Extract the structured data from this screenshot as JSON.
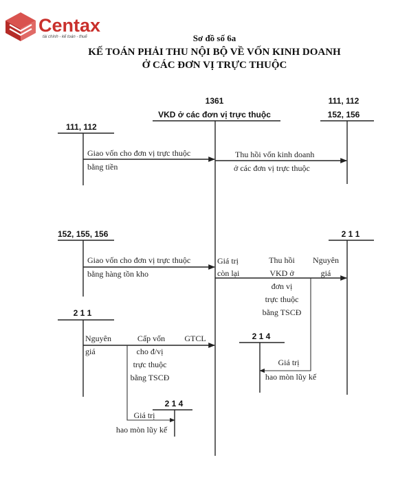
{
  "logo": {
    "name": "Centax",
    "tagline": "tài chính - kế toán - thuế",
    "brand_color": "#c9302c"
  },
  "title": {
    "line1": "Sơ đồ số 6a",
    "line2": "KẾ TOÁN PHẢI THU NỘI BỘ VỀ VỐN KINH DOANH",
    "line3": "Ở CÁC ĐƠN VỊ TRỰC THUỘC"
  },
  "accounts": {
    "main_code": "1361",
    "main_name": "VKD ở các đơn vị trực thuộc",
    "cash_left": "111, 112",
    "cash_right_1": "111, 112",
    "cash_right_2": "152, 156",
    "inventory_left": "152, 155, 156",
    "fixed_asset_right": "2 1 1",
    "fixed_asset_left": "2 1 1",
    "depreciation_right": "2 1 4",
    "depreciation_left": "2 1 4"
  },
  "labels": {
    "give_capital_cash_1": "Giao vốn cho đơn vị trực thuộc",
    "give_capital_cash_2": "bằng tiền",
    "recover_capital_1": "Thu hồi vốn kinh doanh",
    "recover_capital_2": "ở các đơn vị trực thuộc",
    "give_capital_inv_1": "Giao vốn cho đơn vị trực thuộc",
    "give_capital_inv_2": "bằng hàng tồn kho",
    "remaining_value_1": "Giá trị",
    "remaining_value_2": "còn lại",
    "recover_vkd_1": "Thu hồi",
    "recover_vkd_2": "VKD ở",
    "recover_vkd_3": "đơn vị",
    "recover_vkd_4": "trực thuộc",
    "recover_vkd_5": "bằng TSCĐ",
    "original_cost_1": "Nguyên",
    "original_cost_2": "giá",
    "depr_value_right_1": "Giá trị",
    "depr_value_right_2": "hao mòn lũy kế",
    "original_cost_left_1": "Nguyên",
    "original_cost_left_2": "giá",
    "grant_capital_1": "Cấp vốn",
    "grant_capital_2": "cho đ/vị",
    "grant_capital_3": "trực thuộc",
    "grant_capital_4": "bằng TSCĐ",
    "gtcl": "GTCL",
    "depr_value_left_1": "Giá trị",
    "depr_value_left_2": "hao mòn lũy kế"
  }
}
